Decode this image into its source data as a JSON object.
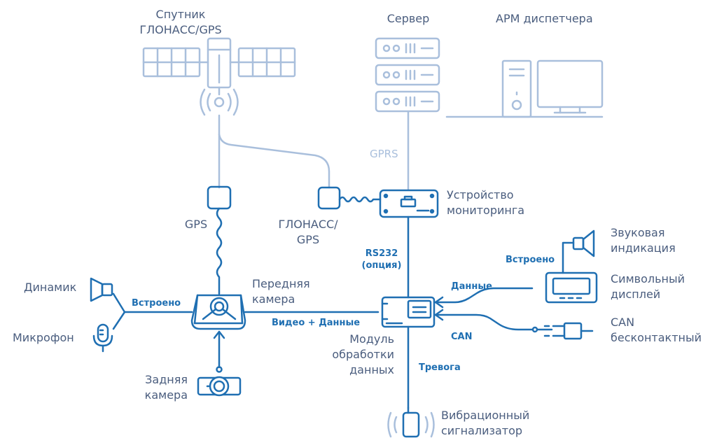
{
  "nodes": {
    "satellite": "Спутник\nГЛОНАСС/GPS",
    "server": "Сервер",
    "dispatcher": "АРМ диспетчера",
    "monitoring": "Устройство\nмониторинга",
    "glonass_antenna": "ГЛОНАСС/\nGPS",
    "gps_antenna": "GPS",
    "speaker": "Динамик",
    "microphone": "Микрофон",
    "front_camera": "Передняя\nкамера",
    "rear_camera": "Задняя\nкамера",
    "processing_module": "Модуль\nобработки\nданных",
    "vibration": "Вибрационный\nсигнализатор",
    "sound_indicator": "Звуковая\nиндикация",
    "char_display": "Символьный\nдисплей",
    "can_contactless": "CAN\nбесконтактный"
  },
  "edges": {
    "gprs": "GPRS",
    "rs232": "RS232\n(опция)",
    "builtin_left": "Встроено",
    "video_data": "Видео + Данные",
    "data": "Данные",
    "can": "CAN",
    "alarm": "Тревога",
    "builtin_right": "Встроено"
  },
  "colors": {
    "primary": "#1f6fb2",
    "light": "#a9bfdc",
    "text": "#4a5d7e"
  }
}
